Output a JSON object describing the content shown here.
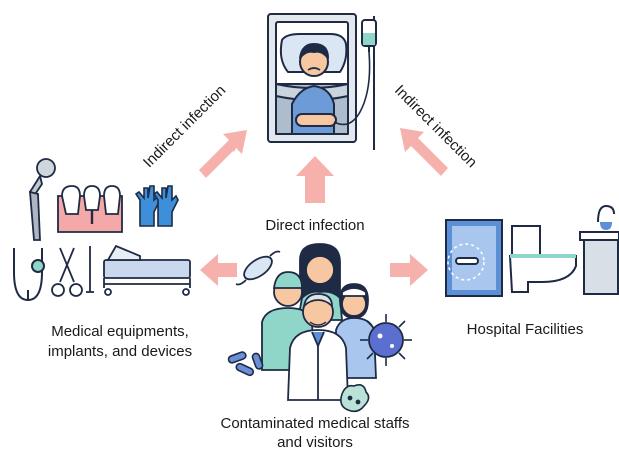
{
  "labels": {
    "indirect_left": "Indirect infection",
    "indirect_right": "Indirect infection",
    "direct": "Direct infection",
    "equipment_line1": "Medical equipments,",
    "equipment_line2": "implants, and devices",
    "facilities": "Hospital Facilities",
    "staff_line1": "Contaminated medical staffs",
    "staff_line2": "and visitors"
  },
  "colors": {
    "arrow": "#f6b1ad",
    "outline": "#1f2a44",
    "blue_light": "#a9c7ee",
    "blue_mid": "#5b8fd6",
    "teal": "#8fd6c9",
    "skin": "#f6c7a1",
    "gum": "#f4a9a8",
    "glove": "#3d8fd9",
    "virus": "#5a6fd0",
    "bacteria": "#6b8fd6",
    "microbe_green": "#b9e3d6"
  },
  "icons": {
    "patient": "patient-in-bed-icon",
    "iv": "iv-drip-icon",
    "implant": "hip-implant-icon",
    "teeth": "dental-implant-icon",
    "gloves": "gloves-icon",
    "stethoscope": "stethoscope-icon",
    "scissors": "surgical-scissors-icon",
    "bed": "hospital-bed-icon",
    "door": "door-handle-icon",
    "toilet": "toilet-icon",
    "sink": "sink-icon",
    "staff": "medical-staff-group-icon",
    "bacteria": "bacteria-icon",
    "virus": "virus-icon"
  }
}
